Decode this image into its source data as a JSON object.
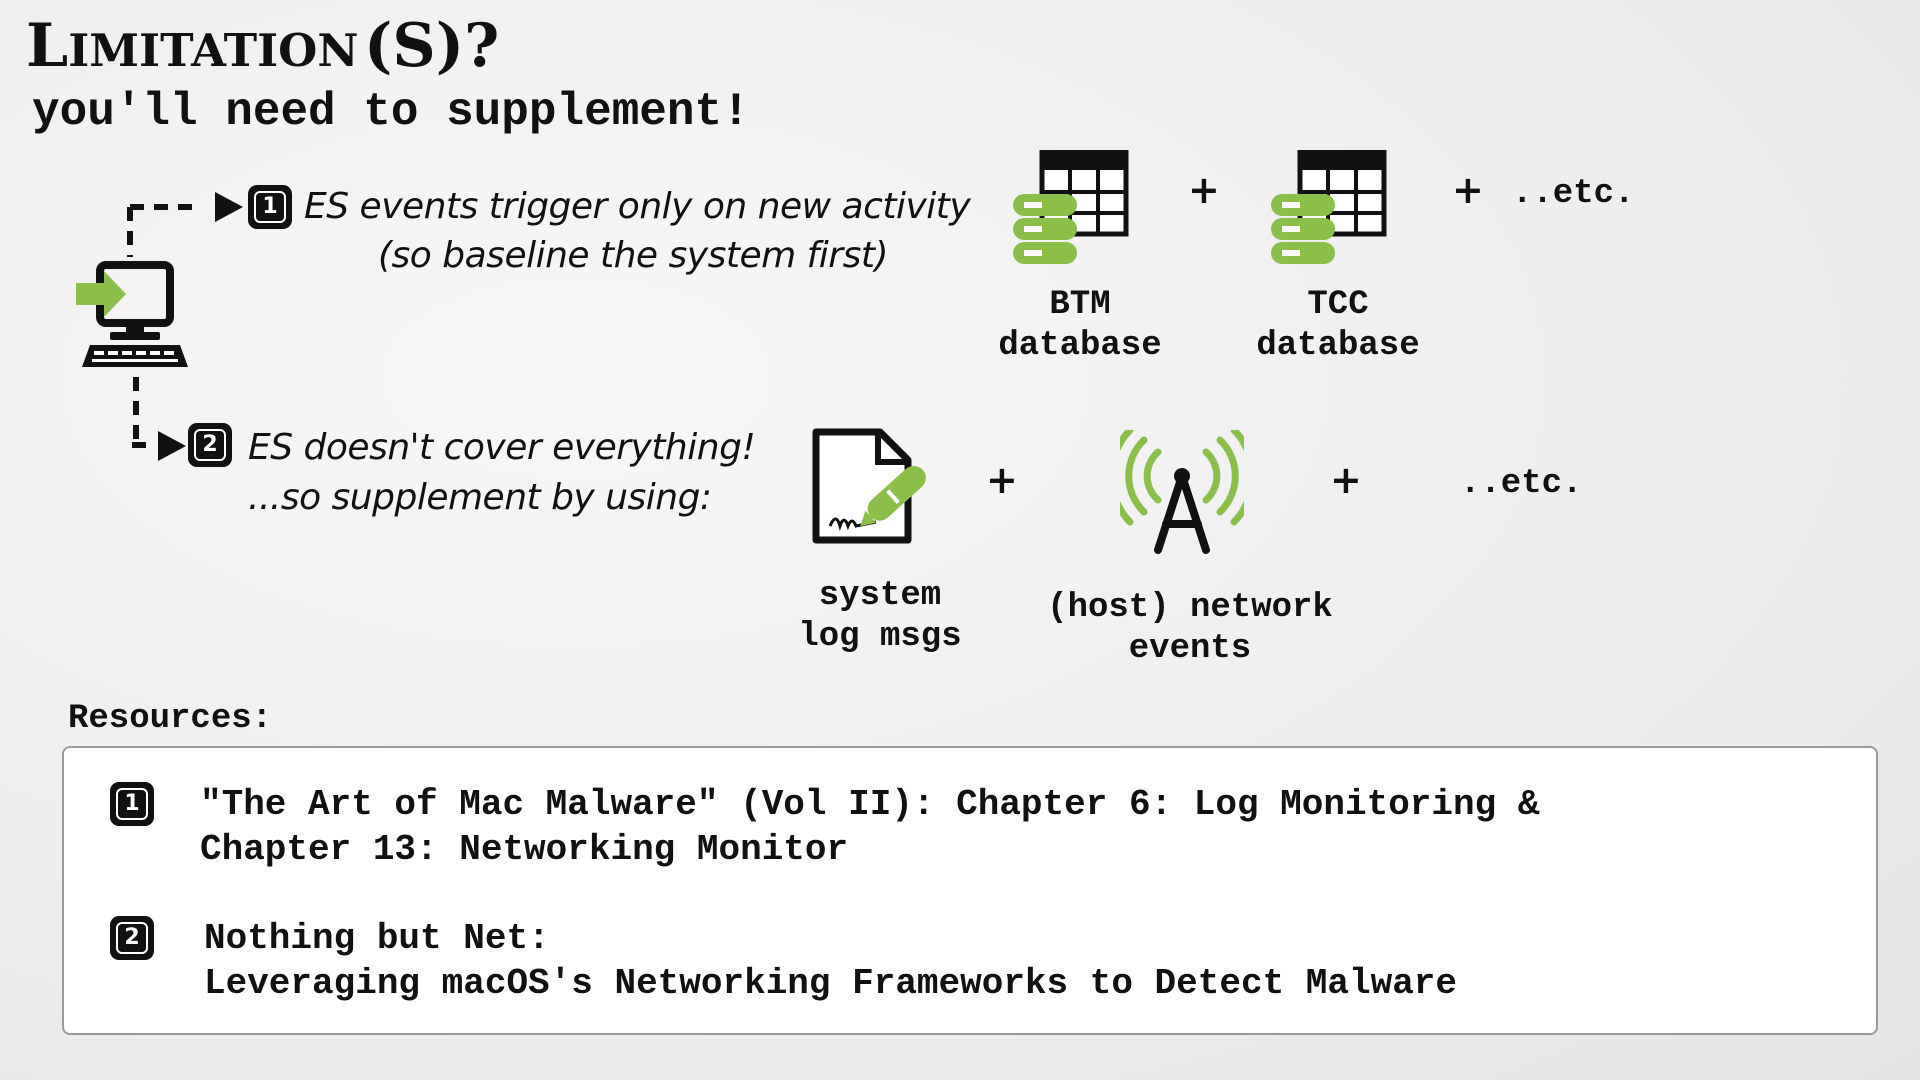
{
  "slide": {
    "title_first": "L",
    "title_rest": "IMITATION",
    "title_suffix": "(S)?",
    "subtitle": "you'll need to supplement!"
  },
  "limitations": [
    {
      "number": "1",
      "line1": "ES events trigger only on new activity",
      "line2": "(so baseline the system first)"
    },
    {
      "number": "2",
      "line1": "ES doesn't cover everything!",
      "line2": "...so supplement by using:"
    }
  ],
  "row1": {
    "items": [
      {
        "line1": "BTM",
        "line2": "database",
        "icon": "database-table-icon"
      },
      {
        "line1": "TCC",
        "line2": "database",
        "icon": "database-table-icon"
      }
    ],
    "plus": "+",
    "etc": "..etc."
  },
  "row2": {
    "items": [
      {
        "line1": "system",
        "line2": "log msgs",
        "icon": "signed-document-icon"
      },
      {
        "line1": "(host) network",
        "line2": "events",
        "icon": "radio-tower-icon"
      }
    ],
    "plus": "+",
    "etc": "..etc."
  },
  "resources": {
    "heading": "Resources:",
    "items": [
      {
        "number": "1",
        "line1": "\"The Art of Mac Malware\" (Vol II): Chapter 6: Log Monitoring &",
        "line2": "Chapter  13: Networking Monitor"
      },
      {
        "number": "2",
        "line1": "Nothing but Net:",
        "line2": "Leveraging macOS's Networking Frameworks to Detect Malware"
      }
    ]
  },
  "colors": {
    "accent_green": "#8cbf4a",
    "ink": "#111111"
  }
}
